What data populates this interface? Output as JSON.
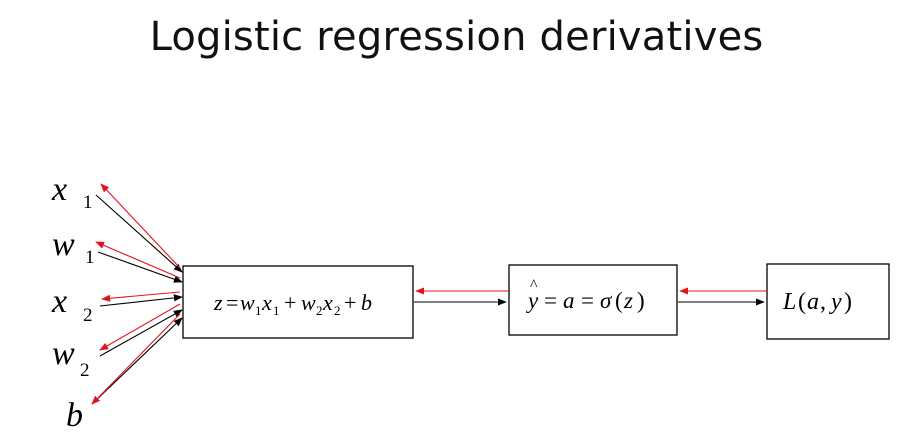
{
  "title": "Logistic regression derivatives",
  "colors": {
    "forward": "#000000",
    "backward": "#e0141e",
    "box_border": "#000000",
    "background": "#ffffff"
  },
  "inputs": [
    {
      "symbol": "x",
      "subscript": "1"
    },
    {
      "symbol": "w",
      "subscript": "1"
    },
    {
      "symbol": "x",
      "subscript": "2"
    },
    {
      "symbol": "w",
      "subscript": "2"
    },
    {
      "symbol": "b",
      "subscript": ""
    }
  ],
  "nodes": {
    "linear": {
      "z": "z",
      "eq": "=",
      "w1": "w",
      "w1_sub": "1",
      "x1": "x",
      "x1_sub": "1",
      "plus1": "+",
      "w2": "w",
      "w2_sub": "2",
      "x2": "x",
      "x2_sub": "2",
      "plus2": "+",
      "b": "b"
    },
    "activation": {
      "yhat": "y",
      "hat": "^",
      "eq1": "=",
      "a": "a",
      "eq2": "=",
      "sigma": "σ",
      "open": "(",
      "z": "z",
      "close": ")"
    },
    "loss": {
      "L": "L",
      "open": "(",
      "a": "a",
      "comma": ",",
      "y": "y",
      "close": ")"
    }
  }
}
